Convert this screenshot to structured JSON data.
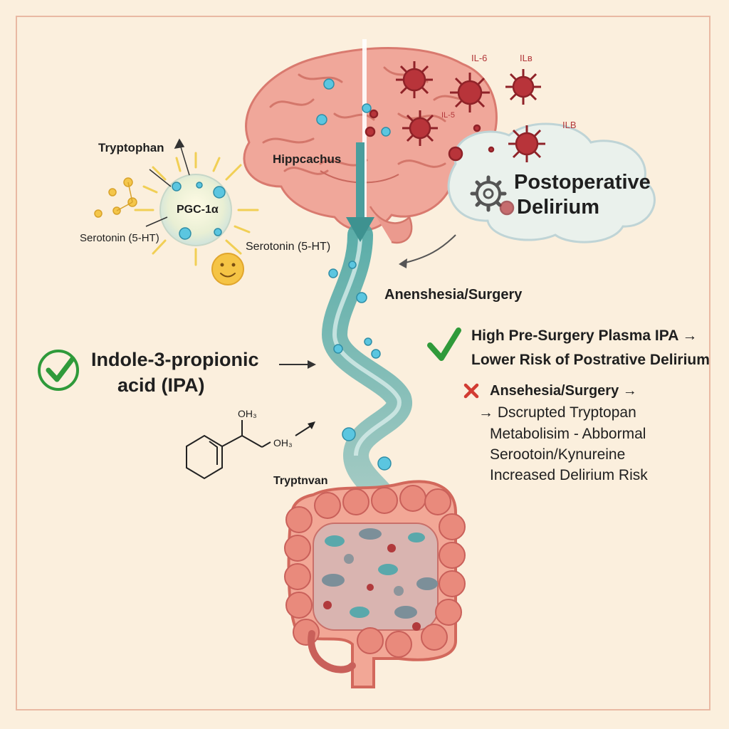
{
  "labels": {
    "tryptophan": "Tryptophan",
    "pgc": "PGC-1α",
    "serotonin_left": "Serotonin (5-HT)",
    "serotonin_right": "Serotonin (5-HT)",
    "hippocampus": "Hippcachus",
    "il6": "IL-6",
    "ilb_top": "ILв",
    "il5": "IL-5",
    "ilb_right": "ILB",
    "delirium_line1": "Postoperative",
    "delirium_line2": "Delirium",
    "anesthesia": "Anenshesia/Surgery",
    "ipa_line1": "Indole-3-propionic",
    "ipa_line2": "acid (IPA)",
    "oh_top": "OH₃",
    "oh_right": "OH₃",
    "tryptnvan": "Tryptnvan",
    "benefit_line1": "High Pre-Surgery Plasma IPA →",
    "benefit_line2": "Lower Risk of Postrative Delirium",
    "risk_title": "Ansehesia/Surgery →",
    "risk_lines": [
      "→ Dscrupted Tryptopan",
      "Metabolisim - Abbormal",
      "Serootoin/Kynureine",
      "Increased Delirium Risk"
    ]
  },
  "colors": {
    "background": "#fbefdd",
    "brain": "#f0a79a",
    "gut": "#ef8f82",
    "tube": "#5fb2ae",
    "bubble": "#5bc6e0",
    "check": "#2f9a3a",
    "cross": "#d23b32",
    "cytokine": "#b2373a"
  },
  "icons": {
    "check_left": "check-circle-icon",
    "check_right": "check-icon",
    "cross": "cross-icon",
    "gear": "gear-icon",
    "smiley": "smiley-icon"
  }
}
